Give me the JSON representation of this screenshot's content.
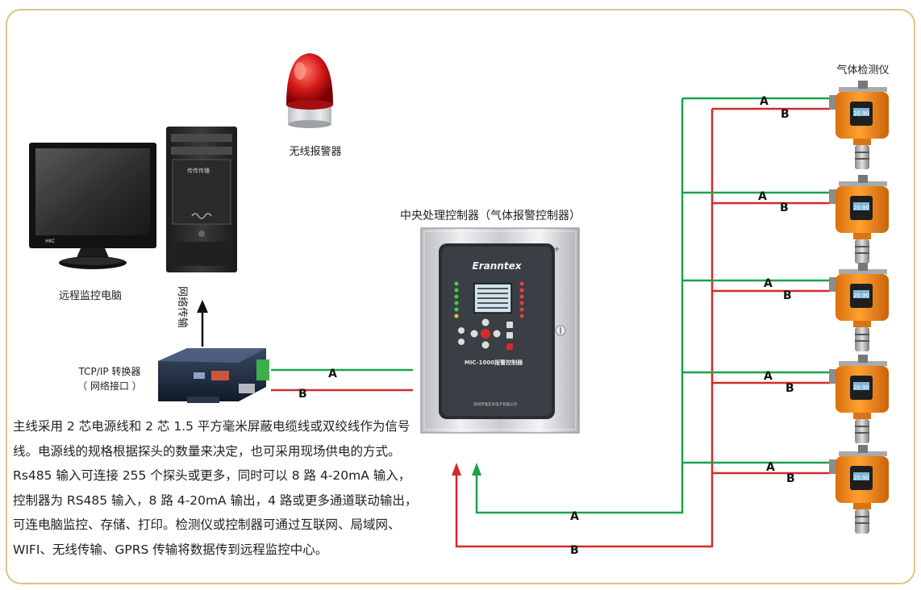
{
  "labels": {
    "alarm": "无线报警器",
    "remote_pc": "远程监控电脑",
    "network_transfer": "网络传输",
    "converter_title": "TCP/IP 转换器",
    "converter_subtitle": "（ 网络接口 ）",
    "controller_title": "中央处理控制器（气体报警控制器）",
    "detector_title": "气体检测仪",
    "line_a": "A",
    "line_b": "B"
  },
  "devices": {
    "monitor_brand": "HKC",
    "tower_label": "传传传播",
    "controller_brand": "Eranntex",
    "controller_model": "MIC-1000报警控制器",
    "controller_company": "深圳市逸云天电子有限公司",
    "detector_readout": "20.90"
  },
  "description": [
    "主线采用 2 芯电源线和 2 芯 1.5 平方毫米屏蔽电缆线或双绞线作为信号",
    "线。电源线的规格根据探头的数量来决定，也可采用现场供电的方式。",
    "Rs485 输入可连接 255 个探头或更多，同时可以 8 路 4-20mA 输入，",
    "控制器为 RS485 输入，8 路 4-20mA 输出，4 路或更多通道联动输出，",
    "可连电脑监控、存储、打印。检测仪或控制器可通过互联网、局域网、",
    "WIFI、无线传输、GPRS 传输将数据传到远程监控中心。"
  ],
  "colors": {
    "line_a": "#1aa34a",
    "line_b": "#d62a2a",
    "border": "#d9c48a",
    "detector_body": "#f08a1a"
  }
}
